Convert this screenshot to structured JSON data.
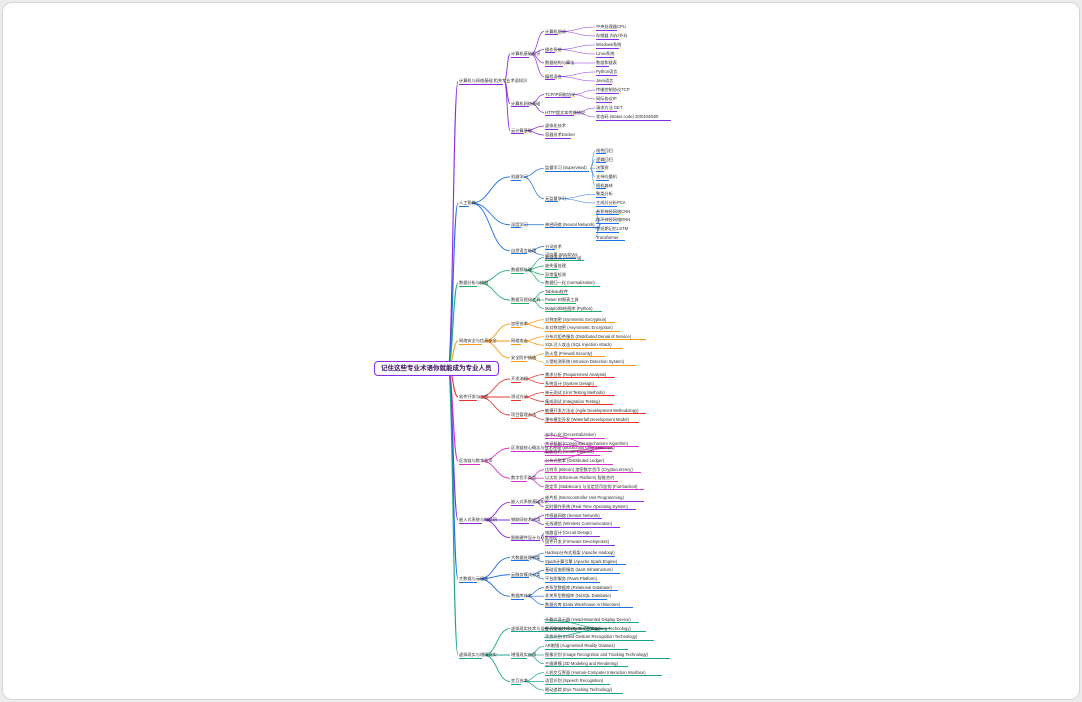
{
  "root": "记住这些专业术语你就能成为专业人员",
  "colors": {
    "purple": "#8a2be2",
    "blue": "#1e6fe0",
    "green": "#1fae6a",
    "orange": "#f59a14",
    "red": "#e8362f",
    "magenta": "#d92fc4",
    "teal": "#18a58c"
  },
  "branches": [
    {
      "label": "计算机与网络基础 相关专业术语知识",
      "color": "purple",
      "children": [
        {
          "label": "计算机基础知识",
          "children": [
            {
              "label": "计算机组成",
              "children": [
                {
                  "label": "中央处理器CPU"
                },
                {
                  "label": "存储器 内存/外存"
                }
              ]
            },
            {
              "label": "操作系统",
              "children": [
                {
                  "label": "Windows系统"
                },
                {
                  "label": "Linux系统"
                }
              ]
            },
            {
              "label": "数据结构与算法",
              "children": [
                {
                  "label": "数组和链表"
                }
              ]
            },
            {
              "label": "编程语言",
              "children": [
                {
                  "label": "Python语言"
                },
                {
                  "label": "Java语言"
                }
              ]
            }
          ]
        },
        {
          "label": "计算机网络基础",
          "children": [
            {
              "label": "TCP/IP网络协议",
              "children": [
                {
                  "label": "传输控制协议TCP"
                },
                {
                  "label": "网际协议IP"
                }
              ]
            },
            {
              "label": "HTTP超文本传输协议",
              "children": [
                {
                  "label": "请求方法 GET"
                },
                {
                  "label": "状态码 (status code) 200/404/500"
                }
              ]
            }
          ]
        },
        {
          "label": "云计算基础",
          "children": [
            {
              "label": "虚拟化技术"
            },
            {
              "label": "容器技术Docker"
            }
          ]
        }
      ]
    },
    {
      "label": "人工智能",
      "color": "blue",
      "children": [
        {
          "label": "机器学习",
          "children": [
            {
              "label": "监督学习 (Supervised)",
              "children": [
                {
                  "label": "线性回归"
                },
                {
                  "label": "逻辑回归"
                },
                {
                  "label": "决策树"
                },
                {
                  "label": "支持向量机"
                },
                {
                  "label": "随机森林"
                }
              ]
            },
            {
              "label": "无监督学习",
              "children": [
                {
                  "label": "聚类分析"
                },
                {
                  "label": "主成分分析PCA"
                }
              ]
            }
          ]
        },
        {
          "label": "深度学习",
          "children": [
            {
              "label": "神经网络 (Neural Network)",
              "children": [
                {
                  "label": "卷积神经网络CNN"
                },
                {
                  "label": "循环神经网络RNN"
                },
                {
                  "label": "长短期记忆LSTM"
                },
                {
                  "label": "Transformer"
                }
              ]
            }
          ]
        },
        {
          "label": "自然语言处理",
          "children": [
            {
              "label": "分词技术"
            },
            {
              "label": "词向量 Word2Vec"
            }
          ]
        }
      ]
    },
    {
      "label": "数据分析与挖掘",
      "color": "green",
      "children": [
        {
          "label": "数据预处理",
          "children": [
            {
              "label": "数据清洗 (cleaning)"
            },
            {
              "label": "缺失值处理"
            },
            {
              "label": "异常值检测"
            },
            {
              "label": "数据归一化 (normalization)"
            }
          ]
        },
        {
          "label": "数据可视化工具",
          "children": [
            {
              "label": "Tableau软件"
            },
            {
              "label": "Power BI报表工具"
            },
            {
              "label": "Matplotlib绘图库 (Python)"
            }
          ]
        }
      ]
    },
    {
      "label": "网络安全与信息安全",
      "color": "orange",
      "children": [
        {
          "label": "加密技术",
          "children": [
            {
              "label": "对称加密 (Symmetric Encryption)"
            },
            {
              "label": "非对称加密 (Asymmetric Encryption)"
            }
          ]
        },
        {
          "label": "网络攻击",
          "children": [
            {
              "label": "分布式拒绝服务 (Distributed Denial of Service)"
            },
            {
              "label": "SQL注入攻击 (SQL Injection Attack)"
            }
          ]
        },
        {
          "label": "安全防护措施",
          "children": [
            {
              "label": "防火墙 (Firewall Security)"
            },
            {
              "label": "入侵检测系统 (Intrusion Detection System)"
            }
          ]
        }
      ]
    },
    {
      "label": "软件开发与工程",
      "color": "red",
      "children": [
        {
          "label": "开发流程",
          "children": [
            {
              "label": "需求分析 (Requirement Analysis)"
            },
            {
              "label": "系统设计 (System Design)"
            }
          ]
        },
        {
          "label": "测试方法",
          "children": [
            {
              "label": "单元测试 (Unit Testing Methods)"
            },
            {
              "label": "集成测试 (Integration Testing)"
            }
          ]
        },
        {
          "label": "项目管理方法",
          "children": [
            {
              "label": "敏捷开发方法论 (Agile Development Methodology)"
            },
            {
              "label": "瀑布模型开发 (Waterfall Development Model)"
            }
          ]
        }
      ]
    },
    {
      "label": "区块链与数字货币",
      "color": "magenta",
      "children": [
        {
          "label": "区块链核心概念与技术原理 (Blockchain Core Concepts)",
          "children": [
            {
              "label": "去中心化 (Decentralization)"
            },
            {
              "label": "共识机制 (Consensus Mechanism Algorithm)"
            },
            {
              "label": "智能合约 (Smart Contract)"
            },
            {
              "label": "分布式账本 (Distributed Ledger)"
            }
          ]
        },
        {
          "label": "数字货币类型",
          "children": [
            {
              "label": "比特币 (Bitcoin) 加密数字货币 (Cryptocurrency)"
            },
            {
              "label": "以太坊 (Ethereum Platform) 智能合约"
            },
            {
              "label": "稳定币 (Stablecoin) 与法定货币挂钩 (Fiat-backed)"
            }
          ]
        }
      ]
    },
    {
      "label": "嵌入式系统与物联网",
      "color": "purple",
      "children": [
        {
          "label": "嵌入式系统基础知识",
          "children": [
            {
              "label": "单片机 (Microcontroller Unit Programming)"
            },
            {
              "label": "实时操作系统 (Real-Time Operating System)"
            }
          ]
        },
        {
          "label": "物联网技术应用",
          "children": [
            {
              "label": "传感器网络 (Sensor Network)"
            },
            {
              "label": "无线通信 (Wireless Communication)"
            }
          ]
        },
        {
          "label": "智能硬件设计与开发流程",
          "children": [
            {
              "label": "电路设计 (Circuit Design)"
            },
            {
              "label": "固件开发 (Firmware Development)"
            }
          ]
        }
      ]
    },
    {
      "label": "大数据与云服务",
      "color": "blue",
      "children": [
        {
          "label": "大数据处理框架",
          "children": [
            {
              "label": "Hadoop分布式框架 (Apache Hadoop)"
            },
            {
              "label": "Spark计算引擎 (Apache Spark Engine)"
            }
          ]
        },
        {
          "label": "云服务模式分类",
          "children": [
            {
              "label": "基础设施即服务 (IaaS Infrastructure)"
            },
            {
              "label": "平台即服务 (PaaS Platform)"
            }
          ]
        },
        {
          "label": "数据库技术",
          "children": [
            {
              "label": "关系型数据库 (Relational Database)"
            },
            {
              "label": "非关系型数据库 (NoSQL Database)"
            },
            {
              "label": "数据仓库 (Data Warehouse Architecture)"
            }
          ]
        }
      ]
    },
    {
      "label": "虚拟现实与增强现实",
      "color": "teal",
      "children": [
        {
          "label": "虚拟现实技术与设备 (Virtual Reality Technology)",
          "children": [
            {
              "label": "头戴式显示器 (Head-Mounted Display Device)"
            },
            {
              "label": "空间定位技术 (Spatial Positioning Technology)"
            },
            {
              "label": "手势识别 (Hand Gesture Recognition Technology)"
            }
          ]
        },
        {
          "label": "增强现实应用",
          "children": [
            {
              "label": "AR眼镜 (Augmented Reality Glasses)"
            },
            {
              "label": "图像识别 (Image Recognition and Tracking Technology)"
            },
            {
              "label": "三维建模 (3D Modeling and Rendering)"
            }
          ]
        },
        {
          "label": "交互技术",
          "children": [
            {
              "label": "人机交互界面 (Human-Computer Interaction Interface)"
            },
            {
              "label": "语音识别 (Speech Recognition)"
            },
            {
              "label": "眼动追踪 (Eye Tracking Technology)"
            }
          ]
        }
      ]
    }
  ]
}
